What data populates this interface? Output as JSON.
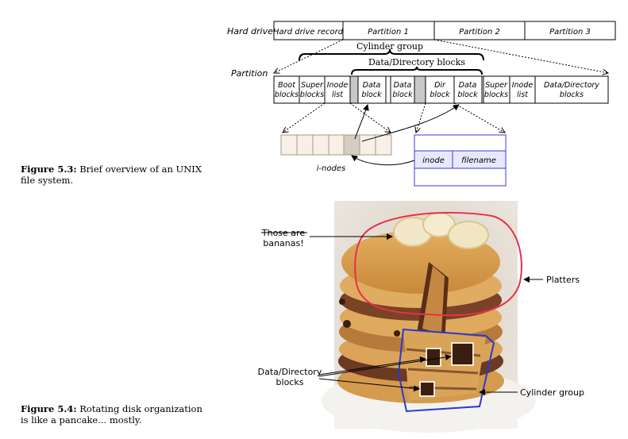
{
  "fig53": {
    "caption_label": "Figure 5.3:",
    "caption_text": "Brief overview of an UNIX file system.",
    "hard_drive_label": "Hard drive",
    "partition_label": "Partition",
    "drive_cells": [
      "Hard drive record",
      "Partition 1",
      "Partition 2",
      "Partition 3"
    ],
    "cylinder_group": "Cylinder group",
    "data_dir_blocks": "Data/Directory blocks",
    "part_cells": {
      "boot": [
        "Boot",
        "blocks"
      ],
      "super": [
        "Super",
        "blocks"
      ],
      "inode": [
        "Inode",
        "list"
      ],
      "data1": [
        "Data",
        "block"
      ],
      "data2": [
        "Data",
        "block"
      ],
      "dir": [
        "Dir",
        "block"
      ],
      "data3": [
        "Data",
        "block"
      ],
      "super2": [
        "Super",
        "blocks"
      ],
      "inode2": [
        "Inode",
        "list"
      ],
      "datadir": [
        "Data/Directory",
        "blocks"
      ]
    },
    "inodes_label": "i-nodes",
    "dir_entry": {
      "inode": "inode",
      "filename": "filename"
    },
    "colors": {
      "inode_fill": "#f7f0e8",
      "inode_stroke": "#a89880",
      "inode_highlight": "#d6ccc0",
      "dir_stroke": "#3a3ad8",
      "dir_fill": "#e8e8ff",
      "gray_block": "#c8c8c8"
    }
  },
  "fig54": {
    "caption_label": "Figure 5.4:",
    "caption_text": "Rotating disk organization is like a pancake... mostly.",
    "bananas_note": [
      "Those are",
      "bananas!"
    ],
    "platters": "Platters",
    "data_dir_blocks": [
      "Data/Directory",
      "blocks"
    ],
    "cylinder_group": "Cylinder group",
    "colors": {
      "platter_outline": "#e8304a",
      "cylinder_outline": "#2a3ad0"
    }
  }
}
